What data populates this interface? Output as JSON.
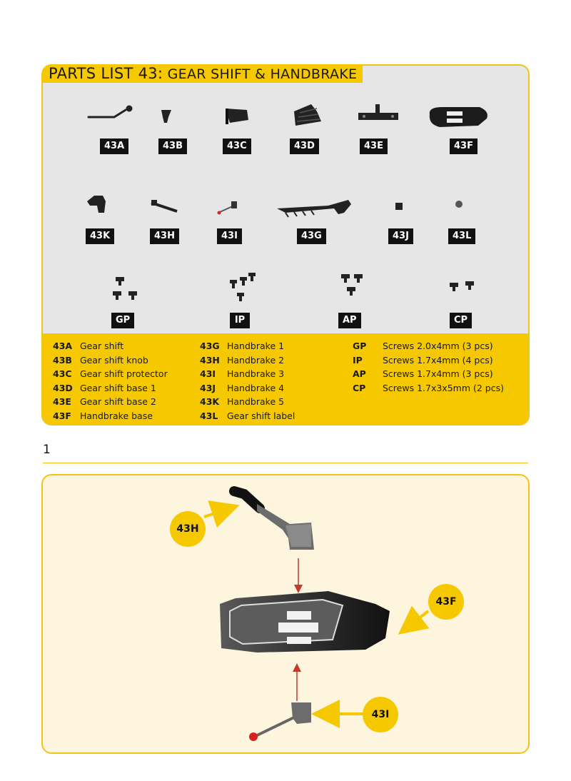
{
  "title": {
    "prefix": "PARTS LIST 43:",
    "subtitle": " GEAR SHIFT & HANDBRAKE"
  },
  "part_labels": {
    "a": "43A",
    "b": "43B",
    "c": "43C",
    "d": "43D",
    "e": "43E",
    "f": "43F",
    "k": "43K",
    "h": "43H",
    "i": "43I",
    "g": "43G",
    "j": "43J",
    "l": "43L",
    "gp": "GP",
    "ip": "IP",
    "ap": "AP",
    "cp": "CP"
  },
  "parts_list": {
    "col1": [
      {
        "code": "43A",
        "name": "Gear shift"
      },
      {
        "code": "43B",
        "name": "Gear shift knob"
      },
      {
        "code": "43C",
        "name": "Gear shift protector"
      },
      {
        "code": "43D",
        "name": "Gear shift base 1"
      },
      {
        "code": "43E",
        "name": "Gear shift base 2"
      },
      {
        "code": "43F",
        "name": "Handbrake base"
      }
    ],
    "col2": [
      {
        "code": "43G",
        "name": "Handbrake 1"
      },
      {
        "code": "43H",
        "name": "Handbrake 2"
      },
      {
        "code": "43I",
        "name": "Handbrake 3"
      },
      {
        "code": "43J",
        "name": "Handbrake 4"
      },
      {
        "code": "43K",
        "name": "Handbrake 5"
      },
      {
        "code": "43L",
        "name": "Gear shift label"
      }
    ],
    "col3": [
      {
        "code": "GP",
        "name": "Screws 2.0x4mm (3 pcs)"
      },
      {
        "code": "IP",
        "name": "Screws 1.7x4mm (4 pcs)"
      },
      {
        "code": "AP",
        "name": "Screws 1.7x4mm (3 pcs)"
      },
      {
        "code": "CP",
        "name": "Screws 1.7x3x5mm (2 pcs)"
      }
    ]
  },
  "step": {
    "number": "1",
    "callouts": {
      "h": "43H",
      "f": "43F",
      "i": "43I"
    }
  },
  "colors": {
    "accent": "#f6c800",
    "panel": "#e6e6e6",
    "step_bg": "#fdf5de",
    "arrow": "#c0392b"
  }
}
